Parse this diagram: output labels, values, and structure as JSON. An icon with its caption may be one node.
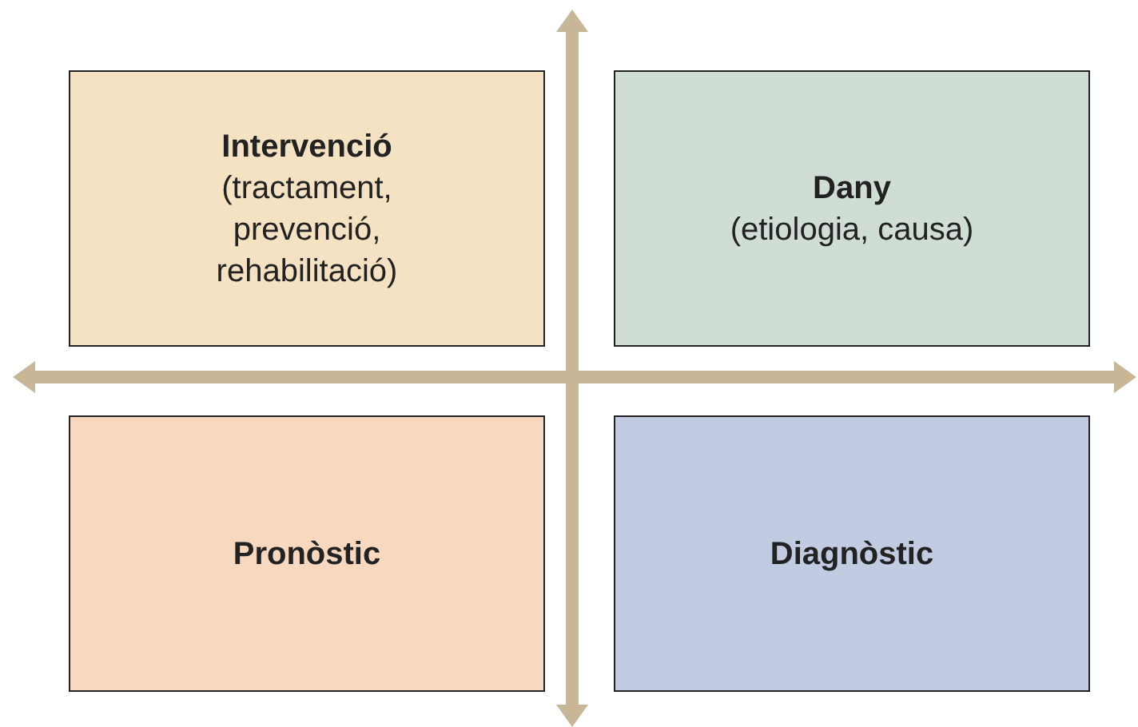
{
  "diagram": {
    "nodes": [
      {
        "text": [
          "Intervenció",
          "(tractament, prevenció, rehabilitació)"
        ]
      },
      {
        "text": [
          "Dany",
          "(etiologia, causa)"
        ]
      },
      {
        "text": [
          "Pronòstic"
        ]
      },
      {
        "text": [
          "Diagnòstic"
        ]
      }
    ]
  }
}
